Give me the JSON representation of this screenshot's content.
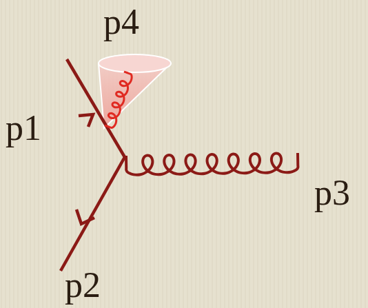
{
  "diagram": {
    "labels": [
      "p4",
      "p1",
      "p3",
      "p2"
    ]
  }
}
